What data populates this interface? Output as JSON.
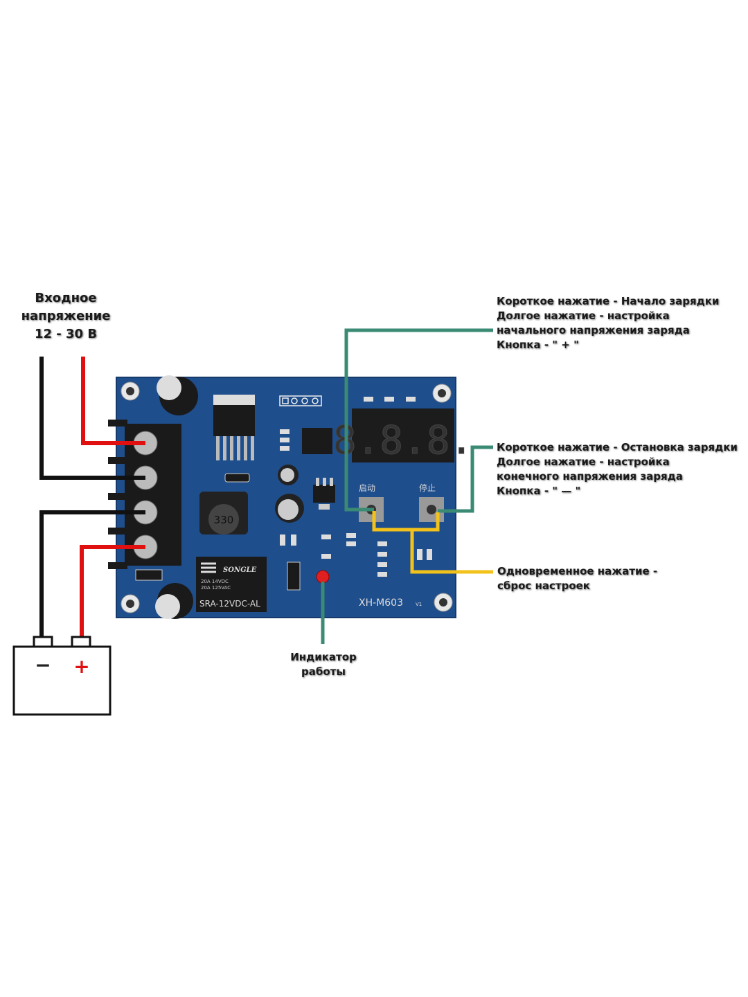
{
  "input_label": {
    "lines": [
      "Входное",
      "напряжение",
      "12 - 30 В"
    ]
  },
  "start_button_label": {
    "lines": [
      "Короткое нажатие - Начало зарядки",
      "Долгое нажатие - настройка",
      "начального напряжения заряда",
      "Кнопка -  \" + \""
    ]
  },
  "stop_button_label": {
    "lines": [
      "Короткое нажатие - Остановка зарядки",
      "Долгое нажатие - настройка",
      "конечного напряжения заряда",
      "Кнопка -  \" — \""
    ]
  },
  "reset_label": {
    "lines": [
      "Одновременное нажатие -",
      "сброс настроек"
    ]
  },
  "indicator_label": {
    "lines": [
      "Индикатор",
      "работы"
    ]
  },
  "battery": {
    "minus": "−",
    "plus": "+"
  },
  "board": {
    "model": "XH-M603",
    "version": "V1",
    "display": "8.8.8.",
    "start_key": "启动",
    "stop_key": "停止",
    "inductor": "330",
    "relay_brand": "SONGLE",
    "relay_rating_1": "20A 14VDC",
    "relay_rating_2": "20A 125VAC",
    "relay_model": "SRA-12VDC-AL"
  },
  "colors": {
    "board": "#1f4e8c",
    "green_line": "#3a8a74",
    "yellow_line": "#f2c21b",
    "red_wire": "#e01010",
    "black_wire": "#111111"
  }
}
